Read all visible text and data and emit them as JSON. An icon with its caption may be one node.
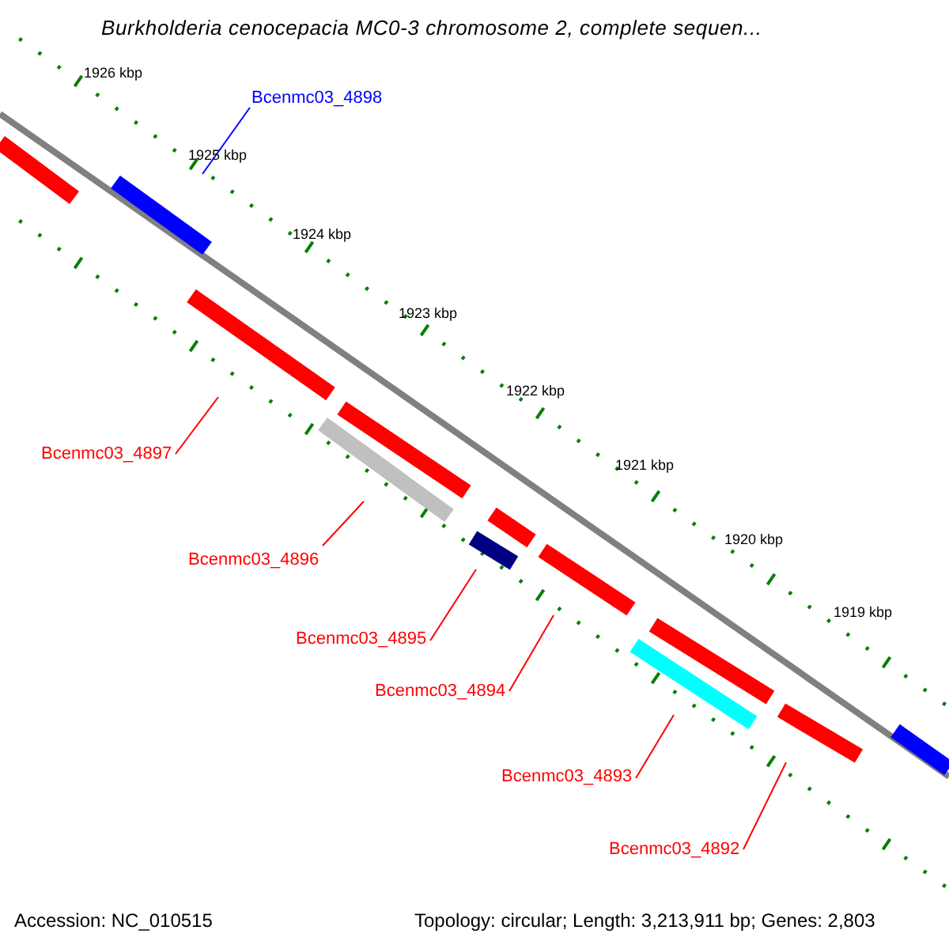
{
  "diagram": {
    "title": "Burkholderia cenocepacia MC0-3 chromosome 2, complete sequen...",
    "nodes": [
      {
        "text": [
          "Bcenmc03_4898"
        ]
      },
      {
        "text": [
          "Bcenmc03_4897"
        ]
      },
      {
        "text": [
          "Bcenmc03_4896"
        ]
      },
      {
        "text": [
          "Bcenmc03_4895"
        ]
      },
      {
        "text": [
          "Bcenmc03_4894"
        ]
      },
      {
        "text": [
          "Bcenmc03_4893"
        ]
      },
      {
        "text": [
          "Bcenmc03_4892"
        ]
      },
      {
        "text": [],
        "shape": "bar"
      },
      {
        "text": [],
        "shape": "bar"
      },
      {
        "text": [],
        "shape": "bar"
      },
      {
        "text": [],
        "shape": "bar"
      },
      {
        "text": [],
        "shape": "bar"
      },
      {
        "text": [],
        "shape": "bar"
      },
      {
        "text": [],
        "shape": "bar"
      }
    ],
    "edges": [
      {
        "from": 0,
        "to": 7,
        "arrow": "none",
        "color": "#0000ff"
      },
      {
        "from": 1,
        "to": 8,
        "arrow": "none"
      },
      {
        "from": 2,
        "to": 9,
        "arrow": "none"
      },
      {
        "from": 3,
        "to": 10,
        "arrow": "none"
      },
      {
        "from": 4,
        "to": 11,
        "arrow": "none"
      },
      {
        "from": 5,
        "to": 12,
        "arrow": "none"
      },
      {
        "from": 6,
        "to": 13,
        "arrow": "none"
      }
    ],
    "labels": [
      "1926 kbp",
      "1925 kbp",
      "1924 kbp",
      "1923 kbp",
      "1922 kbp",
      "1921 kbp",
      "1920 kbp",
      "1919 kbp",
      "Accession: NC_010515",
      "Topology: circular; Length: 3,213,911 bp; Genes: 2,803"
    ]
  }
}
